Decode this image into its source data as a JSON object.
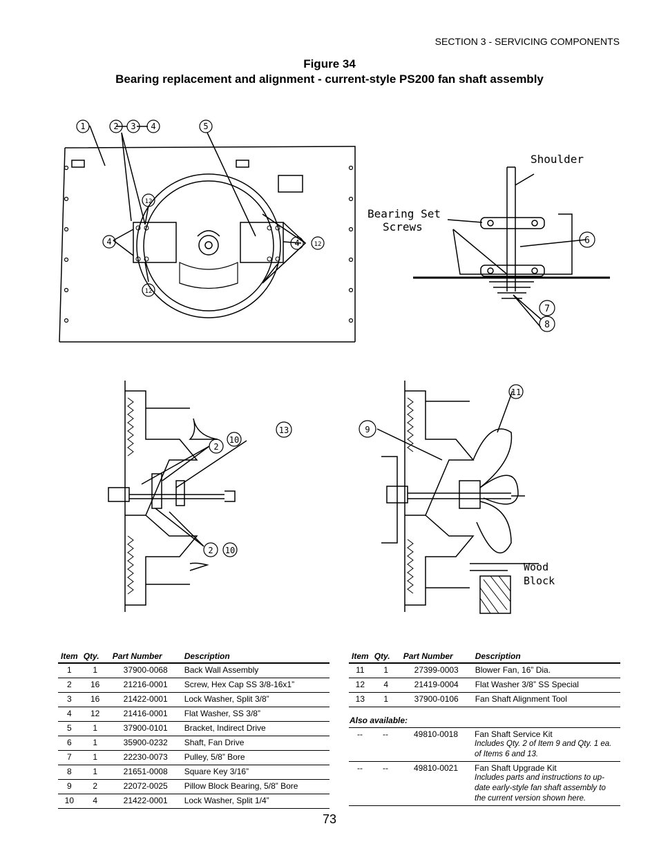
{
  "header": {
    "section": "SECTION 3 - SERVICING COMPONENTS"
  },
  "figure": {
    "number": "Figure 34",
    "caption": "Bearing replacement and alignment - current-style PS200 fan shaft assembly"
  },
  "diagram_labels": {
    "shoulder": "Shoulder",
    "bearing_set_1": "Bearing Set",
    "bearing_set_2": "Screws",
    "wood_1": "Wood",
    "wood_2": "Block",
    "callouts": [
      "1",
      "2",
      "3",
      "4",
      "5",
      "6",
      "7",
      "8",
      "9",
      "10",
      "11",
      "12",
      "13"
    ]
  },
  "columns": {
    "item": "Item",
    "qty": "Qty.",
    "part": "Part Number",
    "desc": "Description"
  },
  "left_table": [
    {
      "item": "1",
      "qty": "1",
      "part": "37900-0068",
      "desc": "Back Wall Assembly"
    },
    {
      "item": "2",
      "qty": "16",
      "part": "21216-0001",
      "desc": "Screw, Hex Cap SS 3/8-16x1”"
    },
    {
      "item": "3",
      "qty": "16",
      "part": "21422-0001",
      "desc": "Lock Washer, Split 3/8”"
    },
    {
      "item": "4",
      "qty": "12",
      "part": "21416-0001",
      "desc": "Flat Washer, SS 3/8”"
    },
    {
      "item": "5",
      "qty": "1",
      "part": "37900-0101",
      "desc": "Bracket, Indirect Drive"
    },
    {
      "item": "6",
      "qty": "1",
      "part": "35900-0232",
      "desc": "Shaft, Fan Drive"
    },
    {
      "item": "7",
      "qty": "1",
      "part": "22230-0073",
      "desc": "Pulley, 5/8” Bore"
    },
    {
      "item": "8",
      "qty": "1",
      "part": "21651-0008",
      "desc": "Square Key 3/16”"
    },
    {
      "item": "9",
      "qty": "2",
      "part": "22072-0025",
      "desc": "Pillow Block Bearing, 5/8” Bore"
    },
    {
      "item": "10",
      "qty": "4",
      "part": "21422-0001",
      "desc": "Lock Washer, Split 1/4”"
    }
  ],
  "right_table": [
    {
      "item": "11",
      "qty": "1",
      "part": "27399-0003",
      "desc": "Blower Fan, 16” Dia."
    },
    {
      "item": "12",
      "qty": "4",
      "part": "21419-0004",
      "desc": "Flat Washer 3/8” SS Special"
    },
    {
      "item": "13",
      "qty": "1",
      "part": "37900-0106",
      "desc": "Fan Shaft Alignment Tool"
    }
  ],
  "also_available": {
    "label": "Also available:",
    "kits": [
      {
        "item": "--",
        "qty": "--",
        "part": "49810-0018",
        "desc": "Fan Shaft Service Kit",
        "note": "Includes Qty. 2 of Item 9 and Qty. 1 ea. of Items 6 and 13."
      },
      {
        "item": "--",
        "qty": "--",
        "part": "49810-0021",
        "desc": "Fan Shaft Upgrade Kit",
        "note": "Includes parts and instructions to up-date early-style fan shaft assembly to the current version shown here."
      }
    ]
  },
  "page_number": "73"
}
